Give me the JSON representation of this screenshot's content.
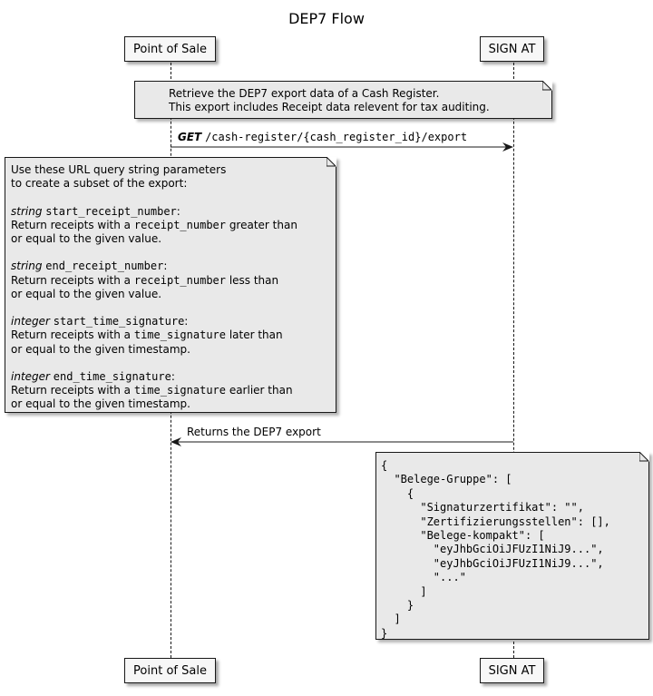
{
  "title": "DEP7 Flow",
  "participants": {
    "pos": "Point of Sale",
    "sign": "SIGN AT"
  },
  "note1": {
    "line1": "Retrieve the DEP7 export data of a Cash Register.",
    "line2": "This export includes Receipt data relevent for tax auditing."
  },
  "request": {
    "method": "GET",
    "path": "/cash-register/{cash_register_id}/export"
  },
  "note2": {
    "intro1": "Use these URL query string parameters",
    "intro2": "to create a subset of the export:",
    "params": [
      {
        "type": "string",
        "name": "start_receipt_number",
        "desc1a": "Return receipts with a ",
        "field": "receipt_number",
        "desc1b": " greater than",
        "desc2": "or equal to the given value."
      },
      {
        "type": "string",
        "name": "end_receipt_number",
        "desc1a": "Return receipts with a ",
        "field": "receipt_number",
        "desc1b": " less than",
        "desc2": "or equal to the given value."
      },
      {
        "type": "integer",
        "name": "start_time_signature",
        "desc1a": "Return receipts with a ",
        "field": "time_signature",
        "desc1b": " later than",
        "desc2": "or equal to the given timestamp."
      },
      {
        "type": "integer",
        "name": "end_time_signature",
        "desc1a": "Return receipts with a ",
        "field": "time_signature",
        "desc1b": " earlier than",
        "desc2": "or equal to the given timestamp."
      }
    ]
  },
  "response": {
    "label": "Returns the DEP7 export"
  },
  "note3": {
    "lines": [
      "{",
      "  \"Belege-Gruppe\": [",
      "    {",
      "      \"Signaturzertifikat\": \"\",",
      "      \"Zertifizierungsstellen\": [],",
      "      \"Belege-kompakt\": [",
      "        \"eyJhbGciOiJFUzI1NiJ9...\",",
      "        \"eyJhbGciOiJFUzI1NiJ9...\",",
      "        \"...\"",
      "      ]",
      "    }",
      "  ]",
      "}"
    ]
  }
}
